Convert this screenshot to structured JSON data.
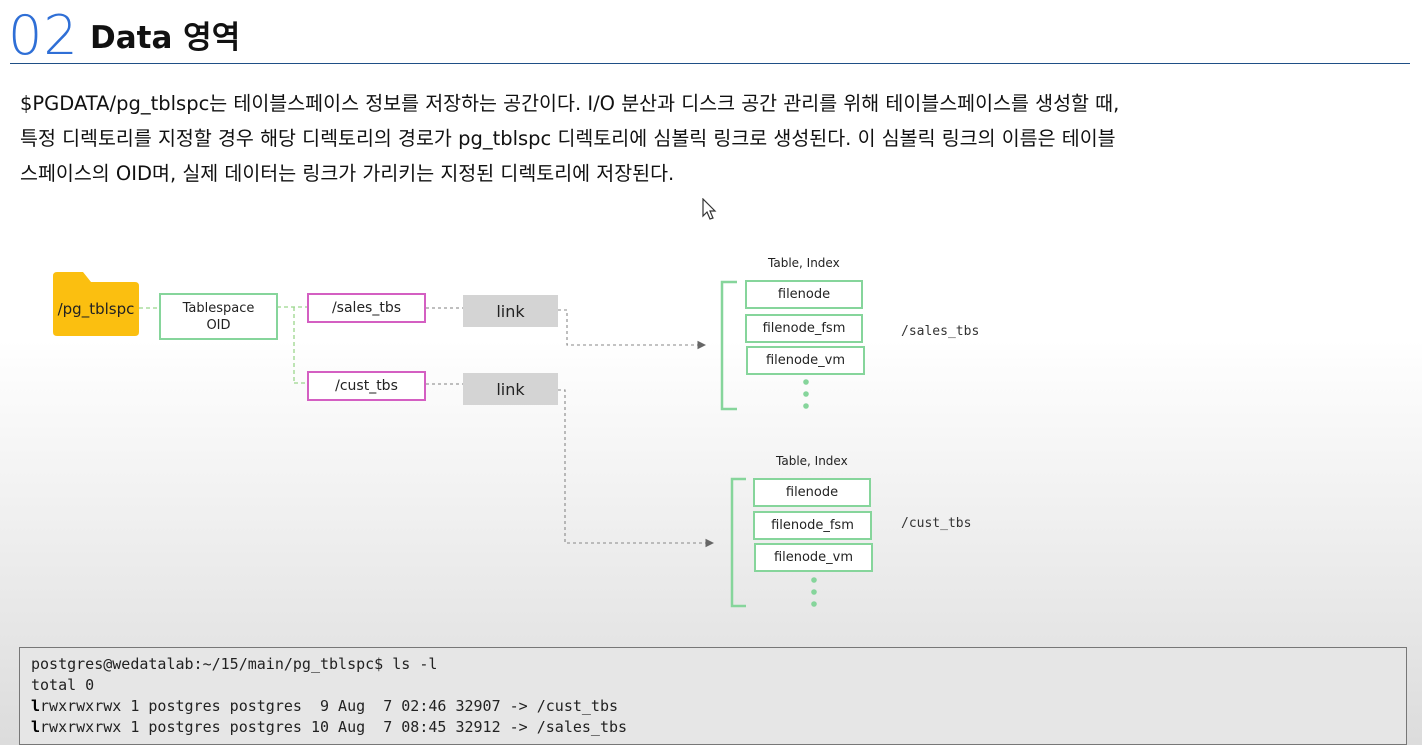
{
  "slide": {
    "number": "02",
    "title": "Data 영역",
    "description_lines": [
      "$PGDATA/pg_tblspc는 테이블스페이스 정보를 저장하는 공간이다. I/O 분산과 디스크 공간 관리를 위해 테이블스페이스를 생성할 때,",
      "특정 디렉토리를 지정할 경우 해당 디렉토리의 경로가 pg_tblspc 디렉토리에 심볼릭 링크로 생성된다. 이 심볼릭 링크의 이름은 테이블",
      "스페이스의 OID며, 실제 데이터는 링크가 가리키는 지정된 디렉토리에 저장된다."
    ]
  },
  "diagram": {
    "folder_label": "/pg_tblspc",
    "tablespace_oid_label": "Tablespace\nOID",
    "tablespace_oid_line1": "Tablespace",
    "tablespace_oid_line2": "OID",
    "dirs": [
      "/sales_tbs",
      "/cust_tbs"
    ],
    "link_label": "link",
    "groups": [
      {
        "header": "Table, Index",
        "files": [
          "filenode",
          "filenode_fsm",
          "filenode_vm"
        ],
        "target": "/sales_tbs"
      },
      {
        "header": "Table, Index",
        "files": [
          "filenode",
          "filenode_fsm",
          "filenode_vm"
        ],
        "target": "/cust_tbs"
      }
    ],
    "colors": {
      "folder": "#fbbf10",
      "green_border": "#86d59b",
      "pink_border": "#d45fc2",
      "link_box": "#d4d4d4",
      "title_number": "#2f6fd6"
    }
  },
  "terminal": {
    "lines": [
      {
        "first": "",
        "rest": "postgres@wedatalab:~/15/main/pg_tblspc$ ls -l"
      },
      {
        "first": "",
        "rest": "total 0"
      },
      {
        "first": "l",
        "rest": "rwxrwxrwx 1 postgres postgres  9 Aug  7 02:46 32907 -> /cust_tbs"
      },
      {
        "first": "l",
        "rest": "rwxrwxrwx 1 postgres postgres 10 Aug  7 08:45 32912 -> /sales_tbs"
      }
    ]
  }
}
